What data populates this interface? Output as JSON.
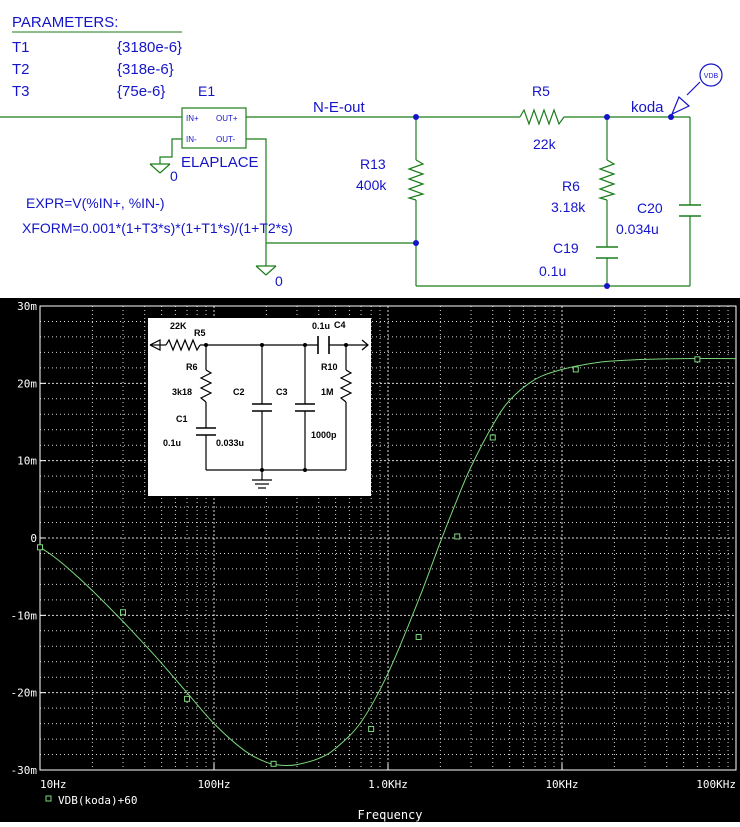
{
  "schematic": {
    "parameters": {
      "title": "PARAMETERS:",
      "rows": [
        {
          "name": "T1",
          "value": "{3180e-6}"
        },
        {
          "name": "T2",
          "value": "{318e-6}"
        },
        {
          "name": "T3",
          "value": "{75e-6}"
        }
      ]
    },
    "e1": {
      "ref": "E1",
      "pin_in_plus": "IN+",
      "pin_in_minus": "IN-",
      "pin_out_plus": "OUT+",
      "pin_out_minus": "OUT-",
      "type": "ELAPLACE",
      "expr": "EXPR=V(%IN+, %IN-)",
      "xform": "XFORM=0.001*(1+T3*s)*(1+T1*s)/(1+T2*s)"
    },
    "ground_labels": [
      "0",
      "0"
    ],
    "net_ne_out": "N-E-out",
    "net_koda": "koda",
    "probe": "VDB",
    "r13": {
      "ref": "R13",
      "value": "400k"
    },
    "r5": {
      "ref": "R5",
      "value": "22k"
    },
    "r6": {
      "ref": "R6",
      "value": "3.18k"
    },
    "c19": {
      "ref": "C19",
      "value": "0.1u"
    },
    "c20": {
      "ref": "C20",
      "value": "0.034u"
    }
  },
  "inset": {
    "r5": {
      "value": "22K",
      "ref": "R5"
    },
    "c4": {
      "value": "0.1u",
      "ref": "C4"
    },
    "r6": {
      "ref": "R6",
      "value": "3k18"
    },
    "c1": {
      "ref": "C1",
      "value": "0.1u"
    },
    "c2": {
      "ref": "C2",
      "value": "0.033u"
    },
    "c3": {
      "ref": "C3"
    },
    "r10": {
      "ref": "R10",
      "value": "1M"
    },
    "c3_value": "1000p"
  },
  "chart_data": {
    "type": "line",
    "xlabel": "Frequency",
    "x_scale": "log",
    "xlim": [
      10,
      100000
    ],
    "ylim": [
      -0.03,
      0.03
    ],
    "grid": true,
    "x_ticks": [
      {
        "v": 10,
        "label": "10Hz"
      },
      {
        "v": 100,
        "label": "100Hz"
      },
      {
        "v": 1000,
        "label": "1.0KHz"
      },
      {
        "v": 10000,
        "label": "10KHz"
      },
      {
        "v": 100000,
        "label": "100KHz"
      }
    ],
    "y_ticks": [
      {
        "v": 0.03,
        "label": "30m"
      },
      {
        "v": 0.02,
        "label": "20m"
      },
      {
        "v": 0.01,
        "label": "10m"
      },
      {
        "v": 0,
        "label": "0"
      },
      {
        "v": -0.01,
        "label": "-10m"
      },
      {
        "v": -0.02,
        "label": "-20m"
      },
      {
        "v": -0.03,
        "label": "-30m"
      }
    ],
    "series": [
      {
        "name": "VDB(koda)+60",
        "color": "#7cd77c",
        "x": [
          10,
          12,
          15,
          20,
          30,
          40,
          50,
          70,
          100,
          150,
          200,
          250,
          300,
          400,
          500,
          700,
          1000,
          1500,
          2000,
          2500,
          3000,
          4000,
          5000,
          7000,
          10000,
          15000,
          20000,
          30000,
          50000,
          100000
        ],
        "y": [
          -0.0012,
          -0.0024,
          -0.0042,
          -0.0068,
          -0.0108,
          -0.0138,
          -0.0162,
          -0.02,
          -0.024,
          -0.0275,
          -0.029,
          -0.0294,
          -0.0293,
          -0.0285,
          -0.0272,
          -0.0238,
          -0.0175,
          -0.008,
          -0.0005,
          0.005,
          0.0092,
          0.0146,
          0.0178,
          0.0205,
          0.0218,
          0.0226,
          0.0229,
          0.0231,
          0.0232,
          0.0232
        ],
        "markers_x": [
          10,
          30,
          70,
          220,
          800,
          1500,
          2500,
          4000,
          12000,
          60000
        ],
        "markers_y": [
          -0.0012,
          -0.0096,
          -0.0208,
          -0.0292,
          -0.0247,
          -0.0128,
          0.0002,
          0.013,
          0.0218,
          0.0231
        ]
      }
    ]
  }
}
